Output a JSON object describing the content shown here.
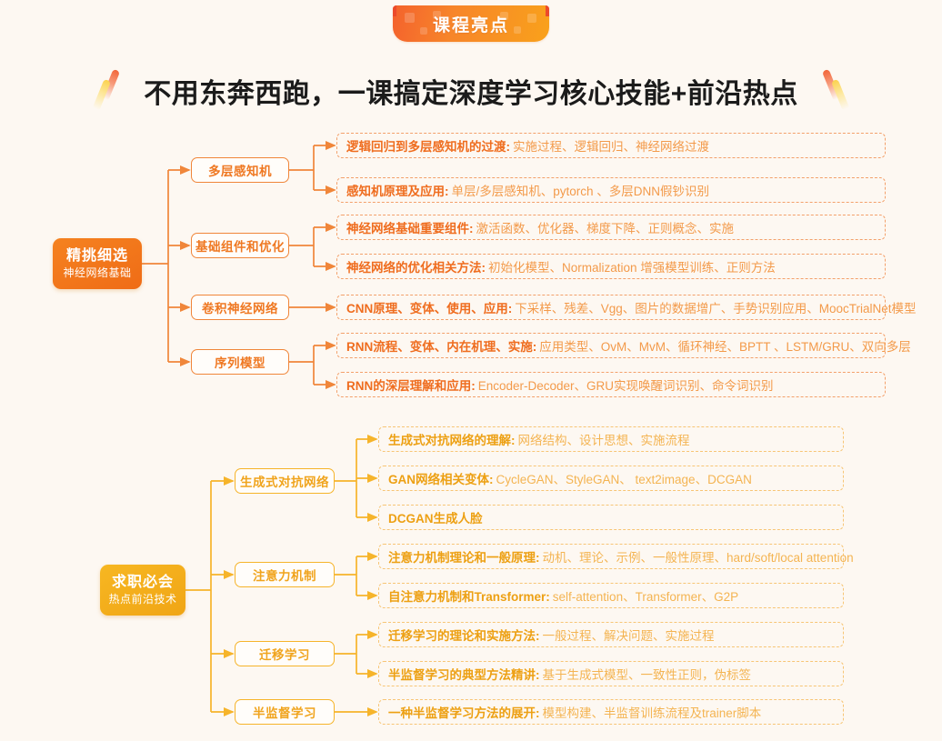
{
  "banner": {
    "label": "课程亮点"
  },
  "headline": {
    "text": "不用东奔西跑，一课搞定深度学习核心技能+前沿热点",
    "left_icon": "ribbon-icon",
    "right_icon": "ribbon-icon"
  },
  "colors": {
    "background": "#fdf8f2",
    "orange": "#f0863a",
    "orange_dark": "#ef6c16",
    "yellow": "#f6b42a",
    "yellow_dark": "#f0a41d",
    "leaf_border_orange": "#f3a06a",
    "leaf_border_yellow": "#f7c575",
    "title_color": "#1b1b1b"
  },
  "sections": [
    {
      "id": "section-neural-network-basics",
      "root": {
        "main": "精挑细选",
        "sub": "神经网络基础",
        "theme": "orange"
      },
      "branches": [
        {
          "label": "多层感知机"
        },
        {
          "label": "基础组件和优化"
        },
        {
          "label": "卷积神经网络"
        },
        {
          "label": "序列模型"
        }
      ],
      "leaves": [
        {
          "key": "逻辑回归到多层感知机的过渡:",
          "value": "实施过程、逻辑回归、神经网络过渡"
        },
        {
          "key": "感知机原理及应用:",
          "value": "单层/多层感知机、pytorch 、多层DNN假钞识别"
        },
        {
          "key": "神经网络基础重要组件:",
          "value": "激活函数、优化器、梯度下降、正则概念、实施"
        },
        {
          "key": "神经网络的优化相关方法:",
          "value": "初始化模型、Normalization 增强模型训练、正则方法"
        },
        {
          "key": "CNN原理、变体、使用、应用:",
          "value": "下采样、残差、Vgg、图片的数据增广、手势识别应用、MoocTrialNet模型"
        },
        {
          "key": "RNN流程、变体、内在机理、实施:",
          "value": "应用类型、OvM、MvM、循环神经、BPTT 、LSTM/GRU、双向多层"
        },
        {
          "key": "RNN的深层理解和应用:",
          "value": "Encoder-Decoder、GRU实现唤醒词识别、命令词识别"
        }
      ]
    },
    {
      "id": "section-hot-frontier-tech",
      "root": {
        "main": "求职必会",
        "sub": "热点前沿技术",
        "theme": "yellow"
      },
      "branches": [
        {
          "label": "生成式对抗网络"
        },
        {
          "label": "注意力机制"
        },
        {
          "label": "迁移学习"
        },
        {
          "label": "半监督学习"
        }
      ],
      "leaves": [
        {
          "key": "生成式对抗网络的理解:",
          "value": "网络结构、设计思想、实施流程"
        },
        {
          "key": "GAN网络相关变体:",
          "value": "CycleGAN、StyleGAN、 text2image、DCGAN"
        },
        {
          "key": "DCGAN生成人脸",
          "value": ""
        },
        {
          "key": "注意力机制理论和一般原理:",
          "value": "动机、理论、示例、一般性原理、hard/soft/local attention"
        },
        {
          "key": "自注意力机制和Transformer:",
          "value": "self-attention、Transformer、G2P"
        },
        {
          "key": "迁移学习的理论和实施方法:",
          "value": "一般过程、解决问题、实施过程"
        },
        {
          "key": "半监督学习的典型方法精讲:",
          "value": "基于生成式模型、一致性正则，伪标签"
        },
        {
          "key": "一种半监督学习方法的展开:",
          "value": "模型构建、半监督训练流程及trainer脚本"
        }
      ]
    }
  ]
}
